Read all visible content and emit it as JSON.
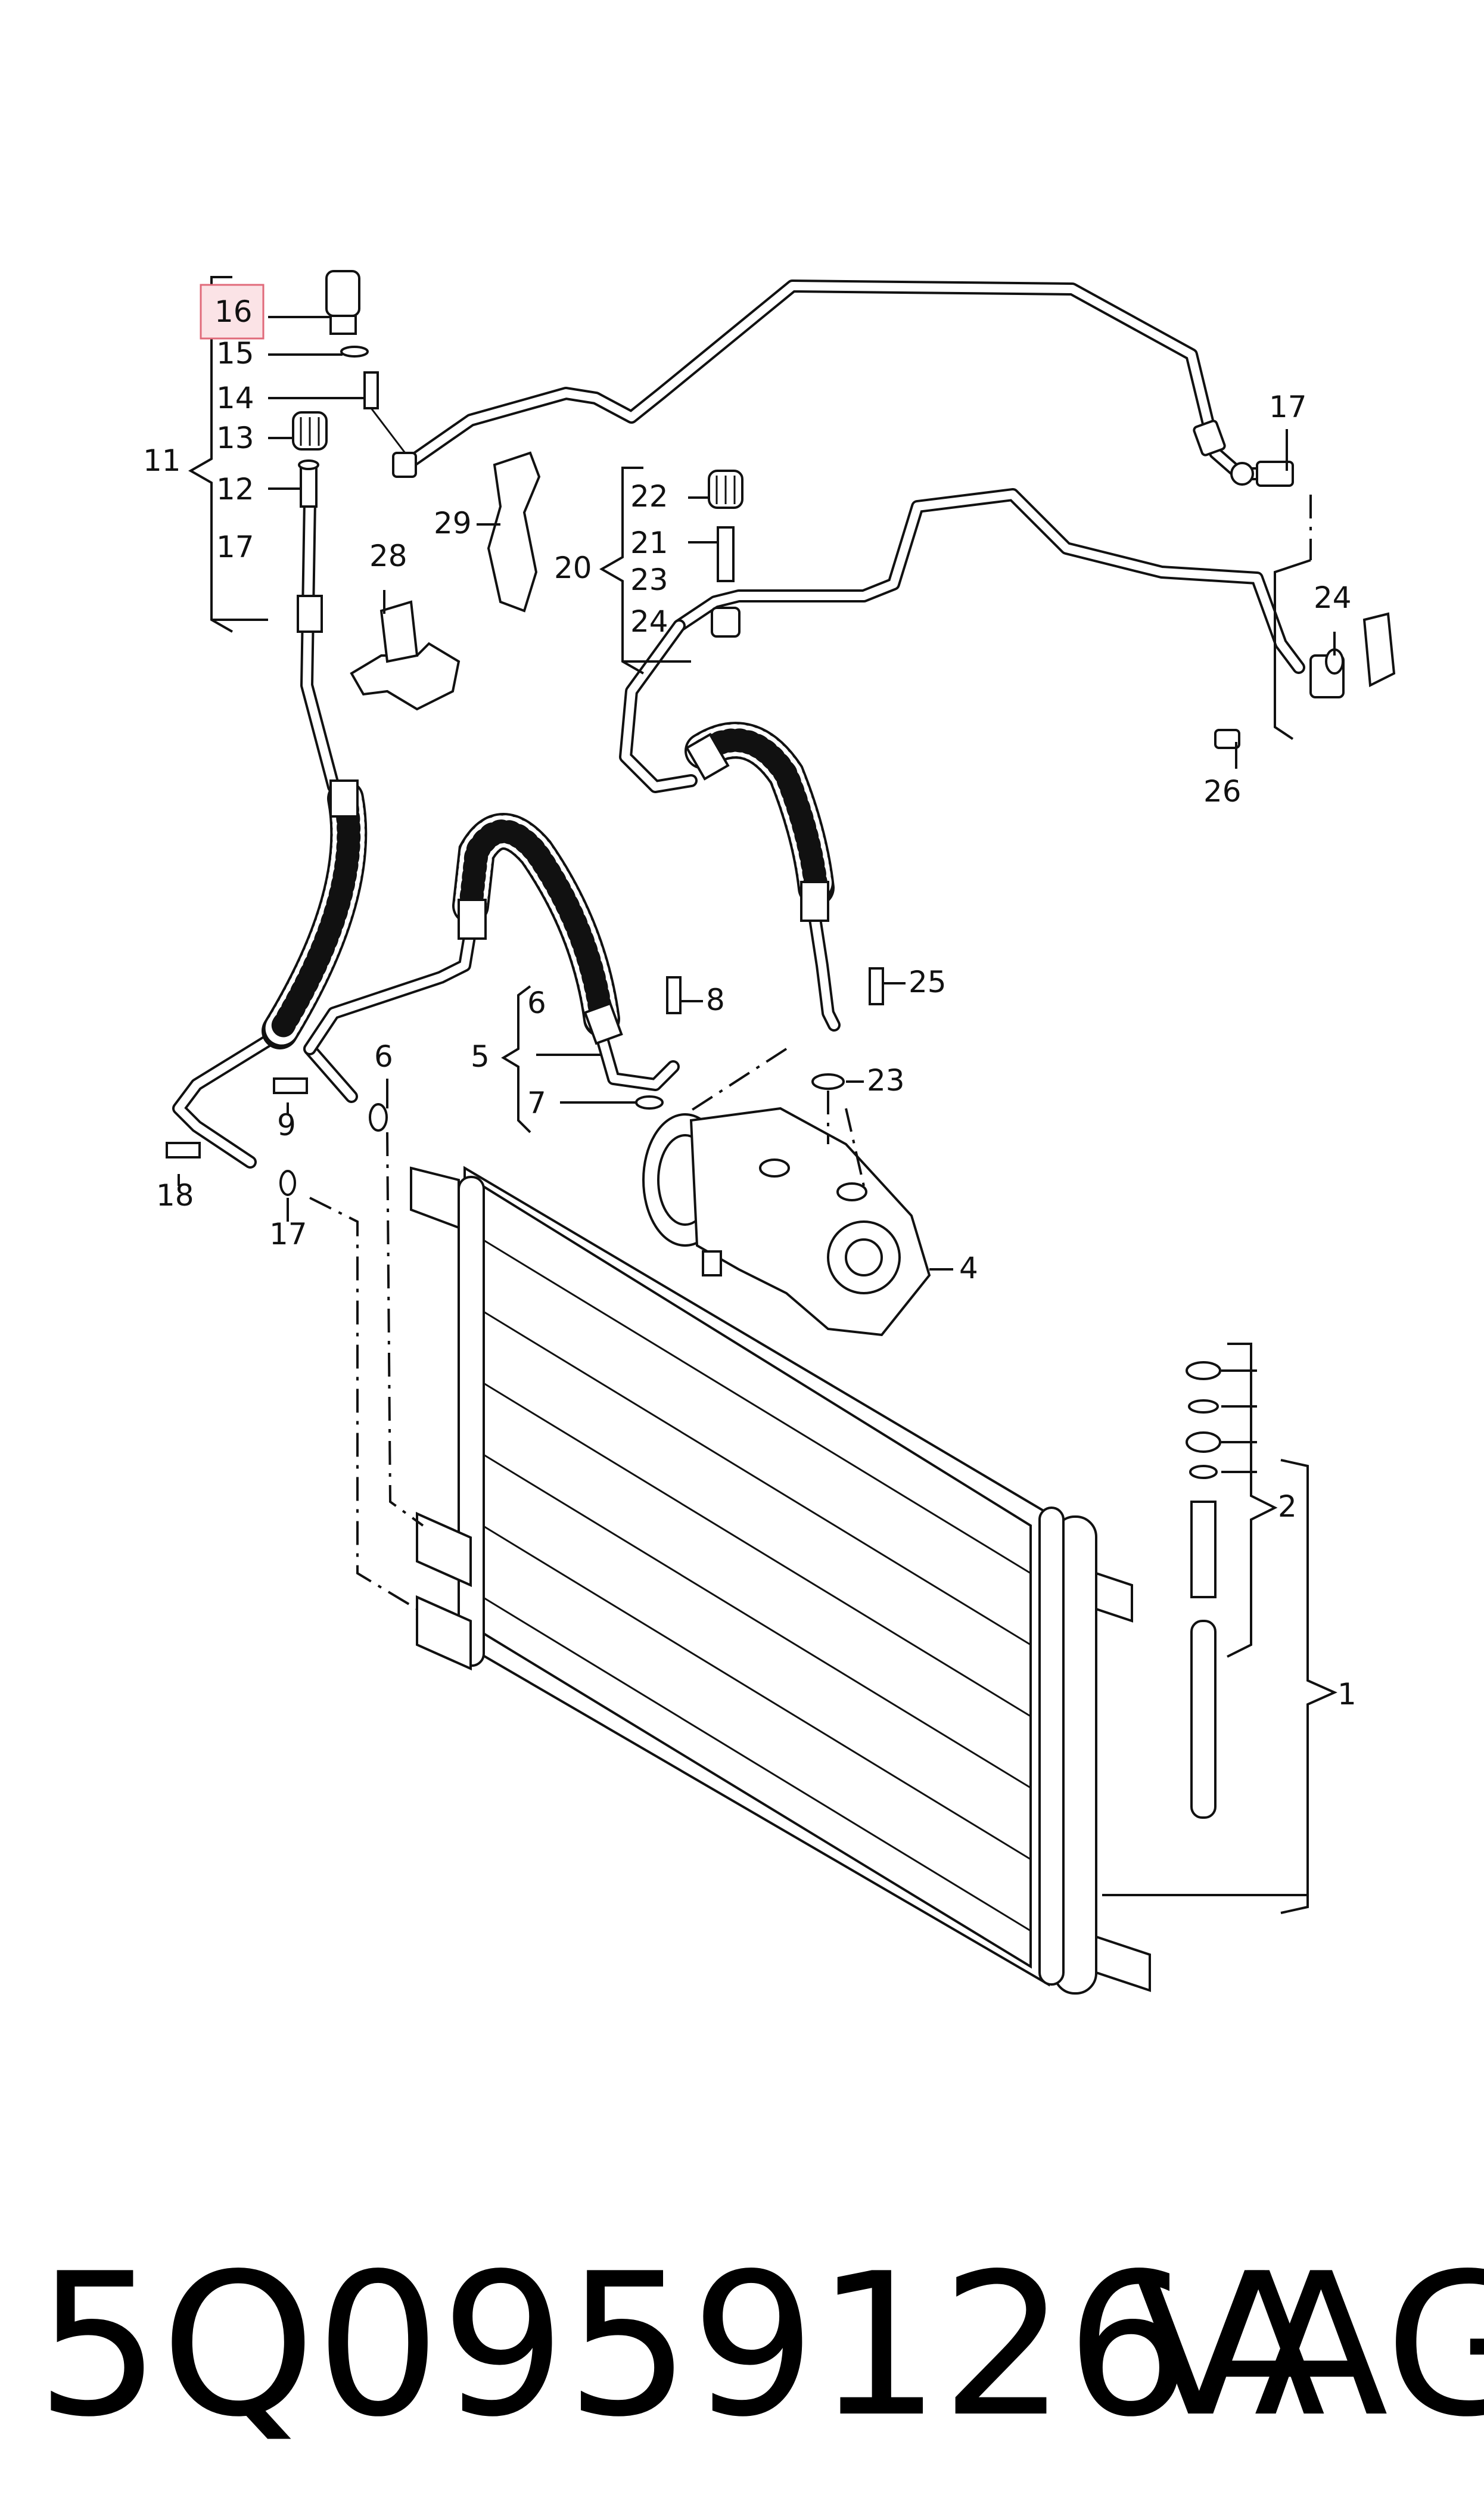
{
  "callouts": {
    "c1": "1",
    "c2": "2",
    "c4": "4",
    "c5": "5",
    "c6a": "6",
    "c6b": "6",
    "c7": "7",
    "c8": "8",
    "c9": "9",
    "c11": "11",
    "c12": "12",
    "c13": "13",
    "c14": "14",
    "c15": "15",
    "c16": "16",
    "c17a": "17",
    "c17b": "17",
    "c17c": "17",
    "c18": "18",
    "c20": "20",
    "c21": "21",
    "c22": "22",
    "c23a": "23",
    "c23b": "23",
    "c24a": "24",
    "c24b": "24",
    "c25": "25",
    "c26": "26",
    "c28": "28",
    "c29": "29"
  },
  "highlighted_callout": "16",
  "footer": {
    "part_number": "5Q0959126A",
    "brand": "VAG"
  },
  "colors": {
    "highlight_fill": "#fbe3e6",
    "highlight_stroke": "#e06a7a",
    "line": "#111111"
  }
}
